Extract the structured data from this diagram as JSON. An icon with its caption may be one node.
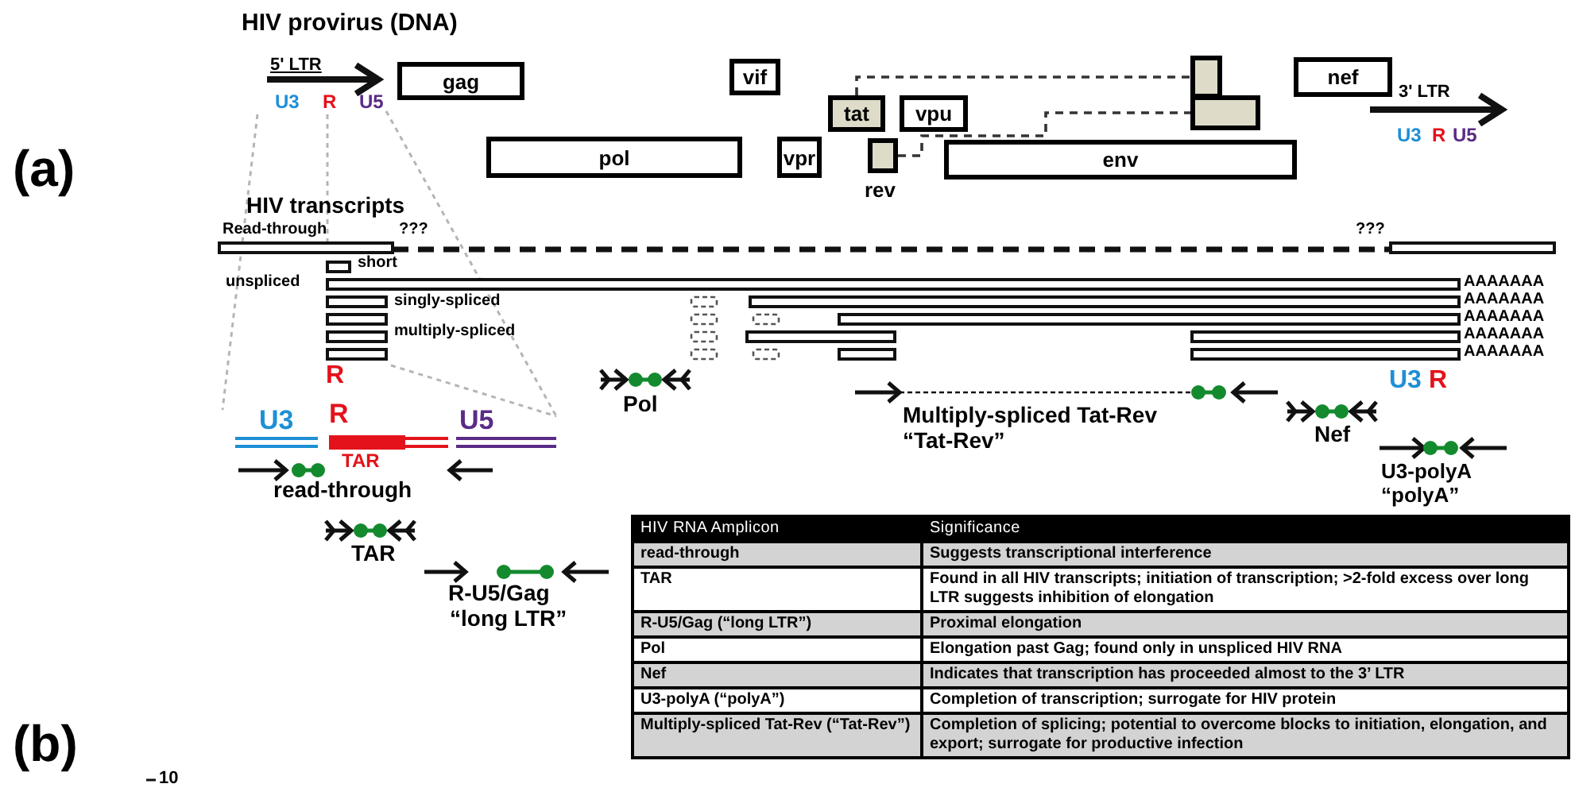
{
  "diagram": {
    "nodes": [
      {
        "text": [
          "gag"
        ]
      },
      {
        "text": [
          "vif"
        ]
      },
      {
        "text": [
          "tat"
        ]
      },
      {
        "text": [
          "vpu"
        ]
      },
      {
        "text": [
          "pol"
        ]
      },
      {
        "text": [
          "vpr"
        ]
      },
      {
        "text": [],
        "shape": "box",
        "beside": [
          "rev"
        ]
      },
      {
        "text": [
          "env"
        ]
      },
      {
        "text": [],
        "shape": "box"
      },
      {
        "text": [],
        "shape": "box"
      },
      {
        "text": [
          "nef"
        ]
      }
    ],
    "edges": [
      {
        "from": 2,
        "to": 8,
        "arrow": "none",
        "style": "dashed"
      },
      {
        "from": 6,
        "to": 9,
        "arrow": "none",
        "style": "dashed"
      }
    ],
    "labels": [
      "(a)",
      "HIV provirus (DNA)",
      "5' LTR",
      "U3",
      "R",
      "U5",
      "3' LTR",
      "U3",
      "R",
      "U5",
      "HIV transcripts",
      "Read-through",
      "???",
      "???",
      "short",
      "unspliced",
      "singly-spliced",
      "multiply-spliced",
      "AAAAAAA",
      "AAAAAAA",
      "AAAAAAA",
      "AAAAAAA",
      "AAAAAAA",
      "R",
      "U3",
      "R",
      "Pol",
      "U3",
      "R",
      "U5",
      "TAR",
      "Multiply-spliced Tat-Rev",
      "“Tat-Rev”",
      "Nef",
      "read-through",
      "U3-polyA",
      "“polyA”",
      "TAR",
      "R-U5/Gag",
      "“long LTR”",
      "HIV RNA Amplicon",
      "Significance",
      "read-through",
      "Suggests transcriptional interference",
      "TAR",
      "Found in all HIV transcripts; initiation of transcription; >2-fold excess over long LTR suggests inhibition of elongation",
      "R-U5/Gag (“long LTR”)",
      "Proximal elongation",
      "Pol",
      "Elongation past Gag; found only in unspliced HIV RNA",
      "Nef",
      "Indicates that transcription has proceeded almost to the 3’ LTR",
      "U3-polyA (“polyA”)",
      "Completion of transcription; surrogate for HIV protein",
      "Multiply-spliced Tat-Rev (“Tat-Rev”)",
      "Completion of splicing; potential to overcome blocks to initiation, elongation, and export; surrogate for productive infection",
      "(b)",
      "10"
    ]
  }
}
